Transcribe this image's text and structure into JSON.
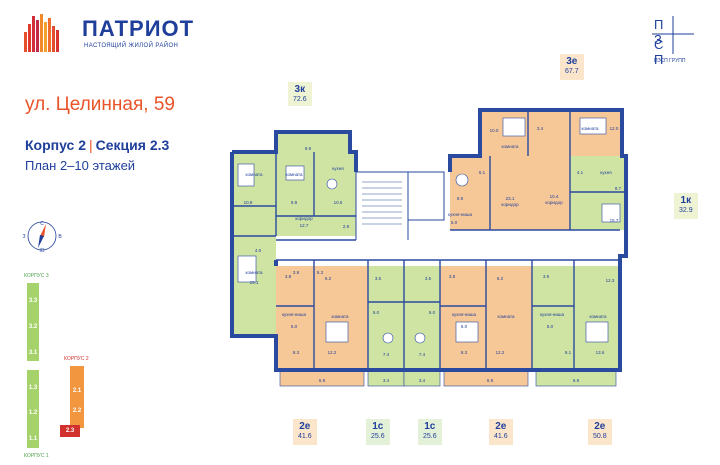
{
  "brand": {
    "name": "ПАТРИОТ",
    "subtitle": "НАСТОЯЩИЙ ЖИЛОЙ РАЙОН"
  },
  "developer": {
    "mark_top": "П З",
    "mark_bottom": "С П",
    "name": "ПЗСП ГРУПП"
  },
  "address": "ул. Целинная, 59",
  "building": {
    "korpus": "Корпус 2",
    "section": "Секция 2.3",
    "floors": "План 2–10 этажей"
  },
  "flat_tags": {
    "top_3k": {
      "type": "3к",
      "area": "72.6"
    },
    "top_3e": {
      "type": "3е",
      "area": "67.7"
    },
    "right_1k": {
      "type": "1к",
      "area": "32.9"
    },
    "bottom": [
      {
        "type": "2е",
        "area": "41.6"
      },
      {
        "type": "1с",
        "area": "25.6"
      },
      {
        "type": "1с",
        "area": "25.6"
      },
      {
        "type": "2е",
        "area": "41.6"
      },
      {
        "type": "2е",
        "area": "50.8"
      }
    ]
  },
  "compass": {
    "n": "С",
    "s": "Ю",
    "e": "В",
    "w": "З"
  },
  "site_plan": {
    "korpus3_label": "КОРПУС 3",
    "korpus2_label": "КОРПУС 2",
    "korpus1_label": "КОРПУС 1",
    "korpus3_blocks": [
      "3.3",
      "3.2",
      "3.1"
    ],
    "korpus1_blocks": [
      "1.3",
      "1.2",
      "1.1"
    ],
    "korpus2_blocks": [
      "2.1",
      "2.2",
      "2.3"
    ],
    "selected": "2.3"
  },
  "rooms": {
    "komnata": "комната",
    "kuhnya": "кухня",
    "koridor": "коридор",
    "kuhnya_nisha": "кухня-ниша",
    "areas": {
      "r1": "10.8",
      "r2": "9.8",
      "r3": "10.5",
      "r4": "12.7",
      "r5": "2.8",
      "r6": "4.0",
      "r7": "15.1",
      "r8": "3.9",
      "r9": "5.3",
      "r10": "8.9",
      "r11": "9.9",
      "r12": "5.0",
      "r13": "23.1",
      "r14": "10.0",
      "r15": "3.4",
      "r16": "12.0",
      "r17": "6.1",
      "r18": "4.1",
      "r19": "10.4",
      "r20": "8.7",
      "r21": "15.7",
      "b1": "3.8",
      "b2": "6.2",
      "b3": "5.0",
      "b4": "12.2",
      "b5": "8.3",
      "b6": "6.9",
      "b7": "3.5",
      "b8": "5.0",
      "b9": "7.4",
      "b10": "3.4",
      "b11": "3.5",
      "b12": "5.0",
      "b13": "7.4",
      "b14": "3.4",
      "b15": "3.8",
      "b16": "6.2",
      "b17": "5.0",
      "b18": "12.2",
      "b19": "8.3",
      "b20": "6.9",
      "b21": "3.9",
      "b22": "5.0",
      "b23": "9.1",
      "b24": "13.6",
      "b25": "6.9",
      "b26": "12.3"
    }
  },
  "colors": {
    "blue": "#1f3f9b",
    "orange": "#ea5328",
    "green": "#cfe3a3",
    "peach": "#f7c897",
    "wall": "#2a4aa0"
  }
}
